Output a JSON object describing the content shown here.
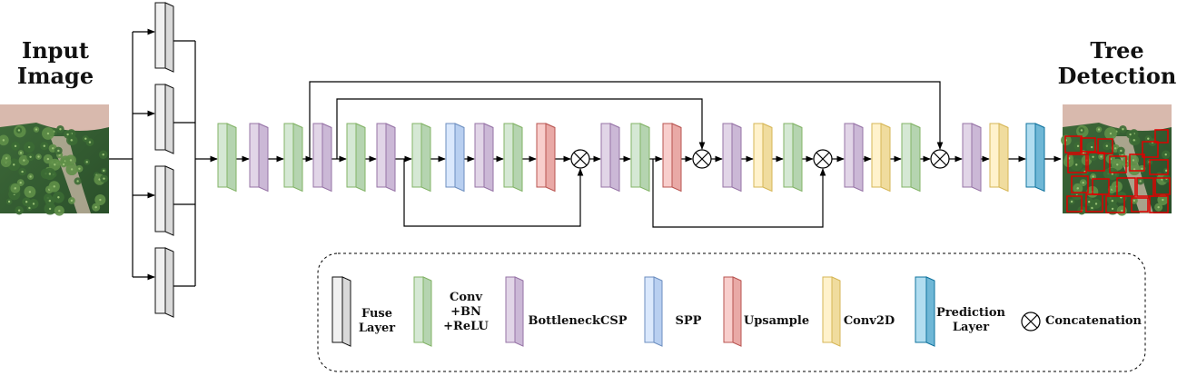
{
  "titles": {
    "input": "Input\nImage",
    "output": "Tree\nDetection"
  },
  "legend": {
    "fuse": "Fuse\nLayer",
    "conv": "Conv\n+BN\n+ReLU",
    "bottleneck": "BottleneckCSP",
    "spp": "SPP",
    "upsample": "Upsample",
    "conv2d": "Conv2D",
    "prediction": "Prediction\nLayer",
    "concat": "Concatenation"
  },
  "colors": {
    "fuse": {
      "face": "#f0f0f0",
      "side": "#d9d9d9",
      "stroke": "#111111"
    },
    "conv": {
      "face": "#d5e8d4",
      "side": "#b5d4b0",
      "stroke": "#82b366"
    },
    "bottleneck": {
      "face": "#e1d5e7",
      "side": "#cbb8d6",
      "stroke": "#9673a6"
    },
    "spp": {
      "face": "#dae8fc",
      "side": "#b8cff0",
      "stroke": "#6c8ebf"
    },
    "upsample": {
      "face": "#f8cecc",
      "side": "#e9a9a6",
      "stroke": "#b85450"
    },
    "conv2d": {
      "face": "#fff2cc",
      "side": "#f0dc9e",
      "stroke": "#d6b656"
    },
    "prediction": {
      "face": "#b1ddf0",
      "side": "#6fb7d6",
      "stroke": "#10739e"
    },
    "box": "#e00000"
  }
}
